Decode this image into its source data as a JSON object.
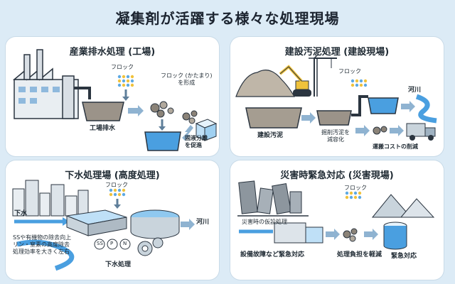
{
  "title": "凝集剤が活躍する様々な処理現場",
  "panels": [
    {
      "title": "産業排水処理 (工場)",
      "labels": {
        "floc": "フロック",
        "floc_form": "フロック (かたまり)\nを形成",
        "wastewater": "工場排水",
        "separation": "固液分離\nを促進"
      }
    },
    {
      "title": "建設汚泥処理 (建設現場)",
      "labels": {
        "floc": "フロック",
        "river": "河川",
        "sludge": "建設汚泥",
        "volume": "掘削汚泥を\n減容化",
        "cost": "運搬コストの削減"
      }
    },
    {
      "title": "下水処理場 (高度処理)",
      "labels": {
        "floc": "フロック",
        "sewage": "下水",
        "river": "河川",
        "ss": "SS",
        "p": "P",
        "n": "N",
        "removal": "SSや有機物の除去向上\nリン・窒素の高度除去\n処理効率を大きく左右",
        "treatment": "下水処理"
      }
    },
    {
      "title": "災害時緊急対応 (災害現場)",
      "labels": {
        "floc": "フロック",
        "temp": "災害時の仮設処理",
        "failure": "設備故障など緊急対応",
        "burden": "処理負担を軽減",
        "emergency": "緊急対応"
      }
    }
  ],
  "colors": {
    "bg": "#dcebf6",
    "water": "#4a9fe0",
    "water_light": "#bfe0f7",
    "sludge": "#8b8378",
    "floc_blue": "#5da9e3",
    "floc_yellow": "#f0c23b"
  }
}
